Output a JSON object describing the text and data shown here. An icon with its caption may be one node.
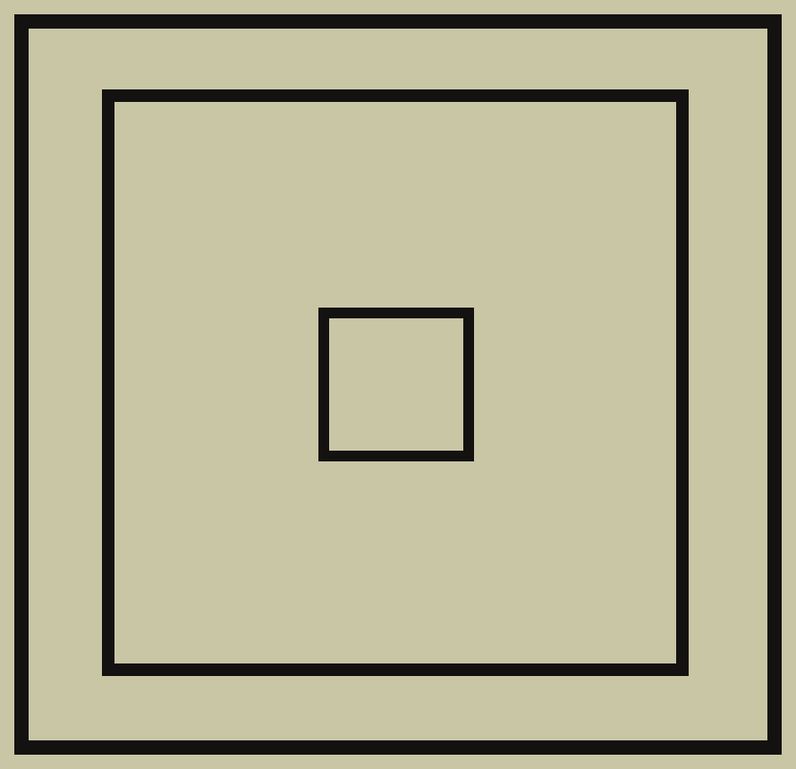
{
  "diagram": {
    "nodes": [
      {
        "text": [],
        "shape": "box"
      },
      {
        "text": [],
        "shape": "box",
        "in": 0
      },
      {
        "text": [],
        "shape": "box",
        "in": 1
      }
    ]
  }
}
